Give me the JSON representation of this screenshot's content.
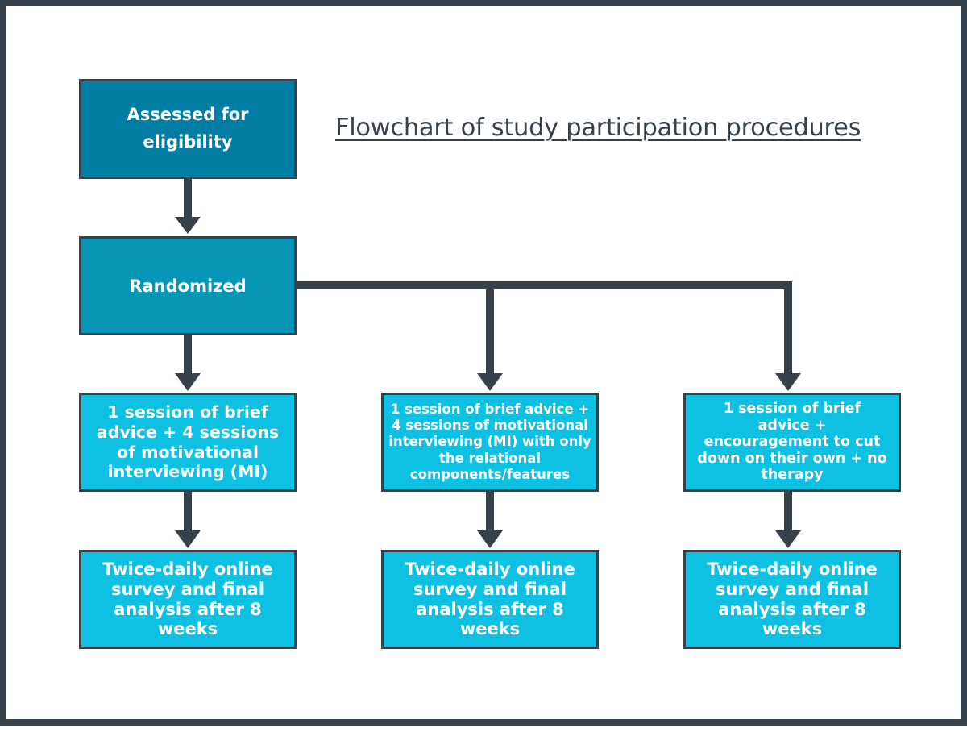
{
  "title": "Flowchart of study participation procedures",
  "nodes": {
    "assessed": "Assessed for eligibility",
    "randomized": "Randomized",
    "arm_1": "1 session of brief advice + 4 sessions of motivational interviewing (MI)",
    "arm_2": "1 session of brief advice + 4 sessions of motivational interviewing (MI) with only the relational components/features",
    "arm_3": "1 session of brief advice + encouragement to cut down on their own + no therapy",
    "outcome_1": "Twice-daily online survey and final analysis after 8 weeks",
    "outcome_2": "Twice-daily online survey and final analysis after 8 weeks",
    "outcome_3": "Twice-daily online survey and final analysis after 8 weeks"
  },
  "edges": [
    {
      "from": "assessed",
      "to": "randomized"
    },
    {
      "from": "randomized",
      "to": "arm_1"
    },
    {
      "from": "randomized",
      "to": "arm_2"
    },
    {
      "from": "randomized",
      "to": "arm_3"
    },
    {
      "from": "arm_1",
      "to": "outcome_1"
    },
    {
      "from": "arm_2",
      "to": "outcome_2"
    },
    {
      "from": "arm_3",
      "to": "outcome_3"
    }
  ],
  "colors": {
    "frame": "#37414b",
    "node_dark": "#007da3",
    "node_mid": "#0796b5",
    "node_light": "#0ec1e3",
    "connector": "#37414b"
  }
}
